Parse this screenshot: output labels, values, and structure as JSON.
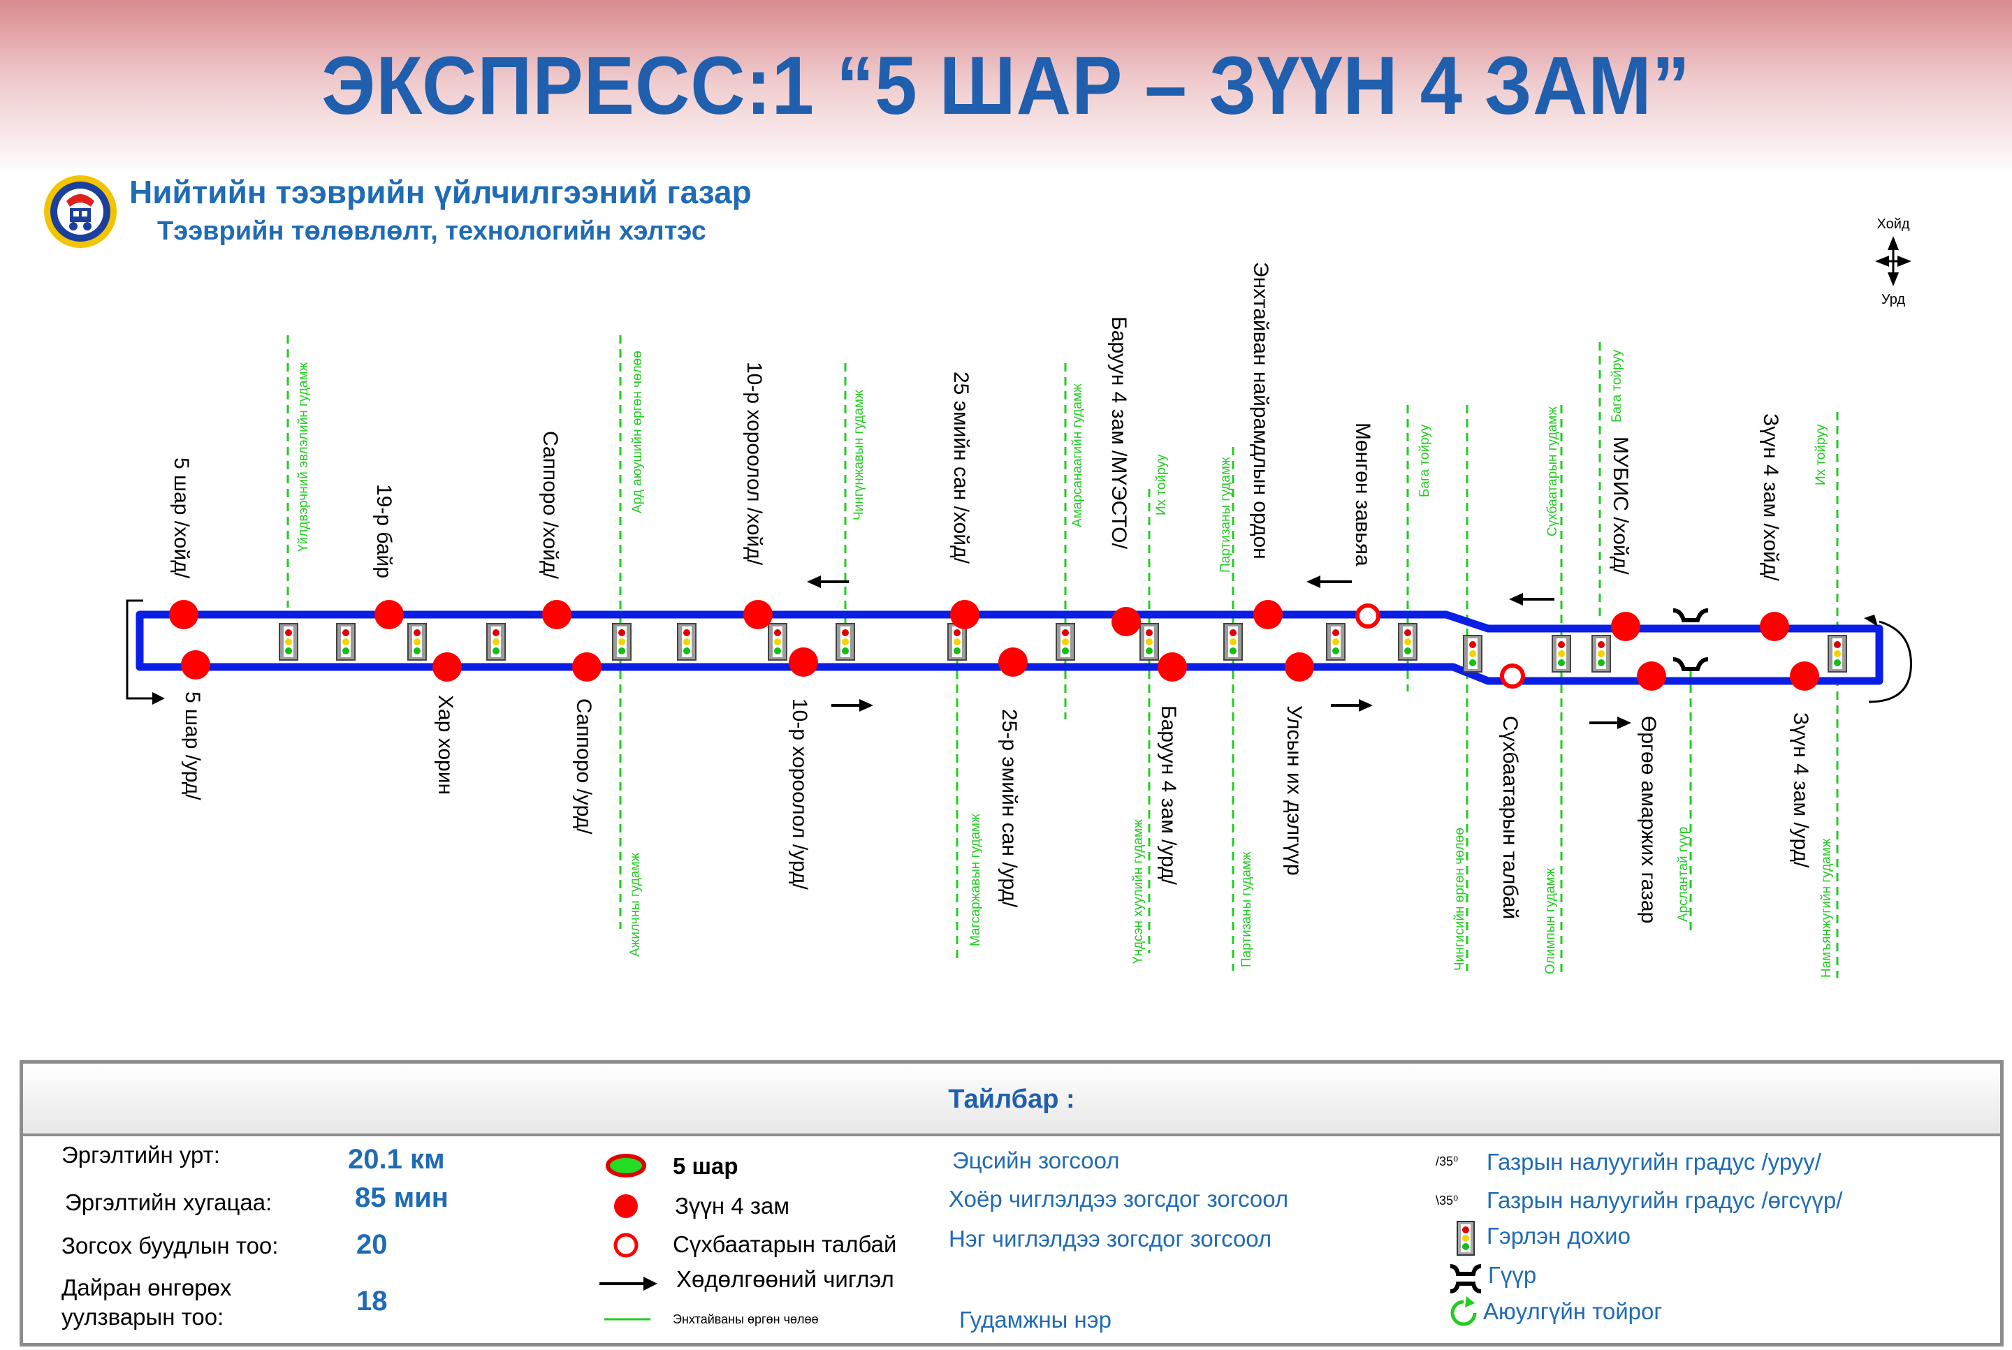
{
  "title": "ЭКСПРЕСС:1 “5 ШАР – ЗҮҮН 4 ЗАМ”",
  "organization": {
    "name": "Нийтийн тээврийн үйлчилгээний газар",
    "department": "Тээврийн төлөвлөлт, технологийн хэлтэс"
  },
  "compass": {
    "north": "Хойд",
    "south": "Урд"
  },
  "colors": {
    "route": "#0a1ee6",
    "stop": "#ff0000",
    "title": "#1f5fae",
    "street": "#22cc22",
    "header_band": "#d98a8e"
  },
  "stops_north": [
    "5 шар /хойд/",
    "19-р байр",
    "Саппоро /хойд/",
    "10-р хороолол /хойд/",
    "25 эмийн сан /хойд/",
    "Баруун 4 зам /МҮЭСТО/",
    "Энхтайван найрамдлын ордон",
    "Мөнгөн завьяа",
    "МУБИС /хойд/",
    "Зүүн 4 зам /хойд/"
  ],
  "stops_south": [
    "5 шар /урд/",
    "Хар хорин",
    "Саппоро /урд/",
    "10-р хороолол /урд/",
    "25-р эмийн сан /урд/",
    "Баруун 4 зам /урд/",
    "Улсын их дэлгүүр",
    "Сүхбаатарын талбай",
    "Өргөө амаржих газар",
    "Зүүн 4 зам /урд/"
  ],
  "streets_top": [
    "Үйлдвэрчний эвлэлийн гудамж",
    "Ард аюушийн өргөн чөлөө",
    "Чингүнжавын гудамж",
    "Амарсанаагийн гудамж",
    "Их тойруу",
    "Партизаны гудамж",
    "Бага тойруу",
    "Сүхбаатарын гудамж",
    "Бага тойруу",
    "Их тойруу"
  ],
  "streets_bottom": [
    "Ажилчны гудамж",
    "Магсаржавын гудамж",
    "Үндсэн хуулийн гудамж",
    "Партизаны гудамж",
    "Чингисийн өргөн чөлөө",
    "Олимпын гудамж",
    "Арслантай гүүр",
    "Намъянжугийн гудамж"
  ],
  "legend": {
    "title": "Тайлбар :",
    "stats": [
      {
        "label": "Эргэлтийн урт:",
        "value": "20.1 км"
      },
      {
        "label": "Эргэлтийн хугацаа:",
        "value": "85 мин"
      },
      {
        "label": "Зогсох буудлын тоо:",
        "value": "20"
      },
      {
        "label": "Дайран өнгөрөх уулзварын тоо:",
        "value": "18"
      }
    ],
    "symbols": [
      "5 шар",
      "Зүүн 4 зам",
      "Сүхбаатарын талбай",
      "Хөдөлгөөний чиглэл",
      "Энхтайваны өргөн чөлөө"
    ],
    "stop_types": [
      "Эцсийн зогсоол",
      "Хоёр чиглэлдээ зогсдог зогсоол",
      "Нэг чиглэлдээ зогсдог зогсоол",
      "Гудамжны нэр"
    ],
    "slope_marks": [
      "/35⁰",
      "\\35⁰"
    ],
    "features": [
      "Газрын налуугийн градус /уруу/",
      "Газрын налуугийн градус /өгсүүр/",
      "Гэрлэн дохио",
      "Гүүр",
      "Аюулгүйн тойрог"
    ]
  }
}
